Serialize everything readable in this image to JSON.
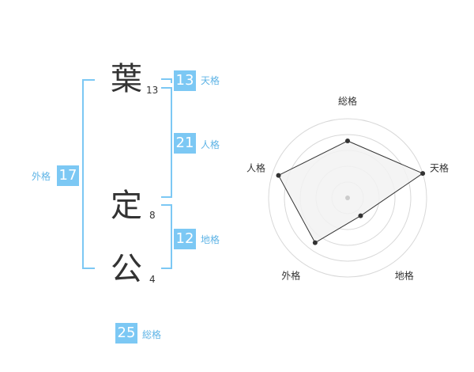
{
  "name": [
    {
      "char": "葉",
      "strokes": "13"
    },
    {
      "char": "定",
      "strokes": "8"
    },
    {
      "char": "公",
      "strokes": "4"
    }
  ],
  "fortune": {
    "tenkaku": {
      "value": "13",
      "label": "天格"
    },
    "jinkaku": {
      "value": "21",
      "label": "人格"
    },
    "chikaku": {
      "value": "12",
      "label": "地格"
    },
    "gaikaku": {
      "value": "17",
      "label": "外格"
    },
    "soukaku": {
      "value": "25",
      "label": "総格"
    }
  },
  "colors": {
    "accent": "#7cc8f4",
    "accent_text": "#5fb4e6",
    "chart_line": "#333333",
    "chart_fill": "#f2f2f2",
    "ring": "#d8d8d8"
  },
  "chart_data": {
    "type": "radar",
    "axes": [
      "総格",
      "天格",
      "地格",
      "外格",
      "人格"
    ],
    "values": [
      3.6,
      5,
      1.4,
      3.5,
      4.6
    ],
    "range": [
      0,
      5
    ],
    "rings": 5
  }
}
